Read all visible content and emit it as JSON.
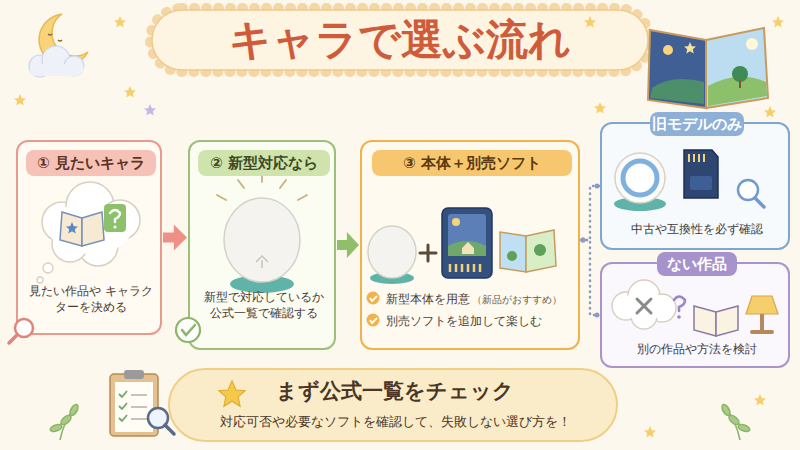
{
  "diagram": {
    "title": "キャラで選ぶ流れ",
    "nodes": [
      {
        "text": [
          "① 見たいキャラ",
          "見たい作品や キャラクターを決める"
        ]
      },
      {
        "text": [
          "② 新型対応なら",
          "新型で対応しているか 公式一覧で確認する"
        ]
      },
      {
        "text": [
          "③ 本体＋別売ソフト",
          "新型本体を用意",
          "（新品がおすすめ）",
          "別売ソフトを追加して楽しむ"
        ]
      },
      {
        "text": [
          "旧モデルのみ",
          "中古や互換性を必ず確認"
        ]
      },
      {
        "text": [
          "ない作品",
          "別の作品や方法を検討"
        ]
      },
      {
        "text": [
          "まず公式一覧をチェック",
          "対応可否や必要なソフトを確認して、失敗しない選び方を！"
        ]
      }
    ],
    "edges": [
      {
        "from": 0,
        "to": 1,
        "arrow": "to"
      },
      {
        "from": 1,
        "to": 2,
        "arrow": "to"
      },
      {
        "from": 2,
        "to": 3,
        "arrow": "none"
      },
      {
        "from": 2,
        "to": 4,
        "arrow": "none"
      }
    ]
  }
}
